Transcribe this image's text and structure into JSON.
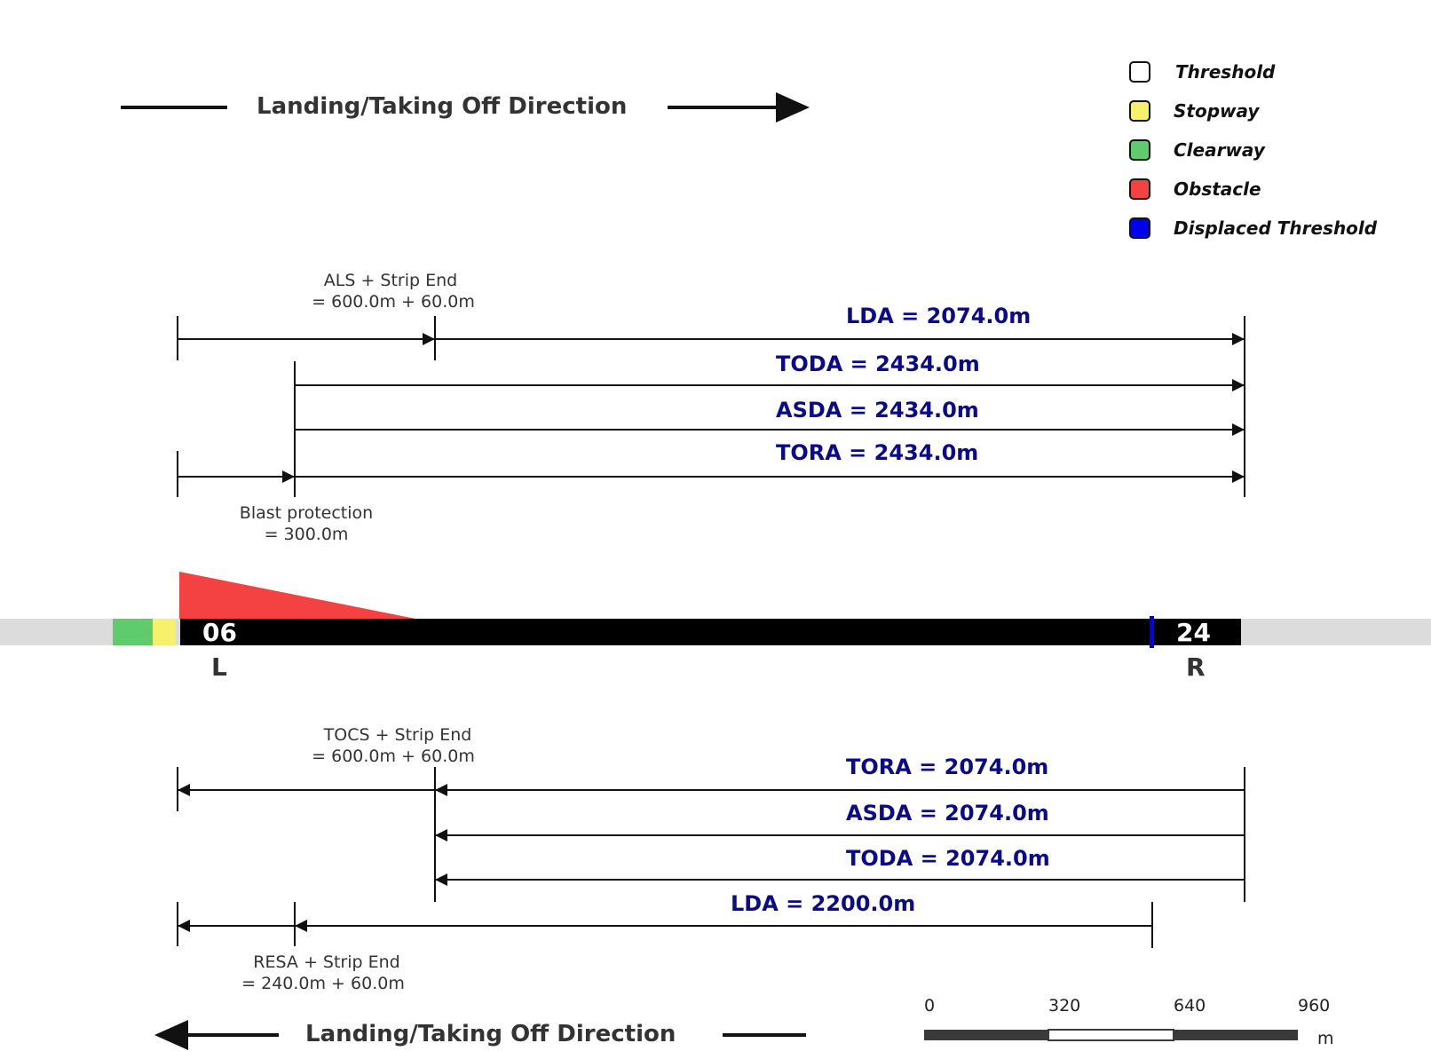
{
  "direction": {
    "top_label": "Landing/Taking Off Direction",
    "bottom_label": "Landing/Taking Off Direction"
  },
  "legend": {
    "items": [
      {
        "label": "Threshold",
        "color": "#ffffff"
      },
      {
        "label": "Stopway",
        "color": "#f7f06a"
      },
      {
        "label": "Clearway",
        "color": "#5fcb6c"
      },
      {
        "label": "Obstacle",
        "color": "#f44242"
      },
      {
        "label": "Displaced Threshold",
        "color": "#0000ee"
      }
    ]
  },
  "runway": {
    "left_designator": "06",
    "right_designator": "24",
    "left_side": "L",
    "right_side": "R",
    "colors": {
      "runway": "#000000",
      "strip": "#dcdcdc",
      "clearway": "#5fcb6c",
      "stopway": "#f7f06a",
      "obstacle": "#f44242",
      "displaced_threshold": "#0000ee"
    }
  },
  "top": {
    "lda": "LDA = 2074.0m",
    "toda": "TODA = 2434.0m",
    "asda": "ASDA = 2434.0m",
    "tora": "TORA = 2434.0m",
    "als_line1": "ALS + Strip End",
    "als_line2": "= 600.0m + 60.0m",
    "blast_line1": "Blast protection",
    "blast_line2": "= 300.0m"
  },
  "bottom": {
    "tora": "TORA = 2074.0m",
    "asda": "ASDA = 2074.0m",
    "toda": "TODA = 2074.0m",
    "lda": "LDA = 2200.0m",
    "tocs_line1": "TOCS + Strip End",
    "tocs_line2": "= 600.0m + 60.0m",
    "resa_line1": "RESA + Strip End",
    "resa_line2": "= 240.0m + 60.0m"
  },
  "scale": {
    "ticks": [
      "0",
      "320",
      "640",
      "960"
    ],
    "unit": "m"
  }
}
